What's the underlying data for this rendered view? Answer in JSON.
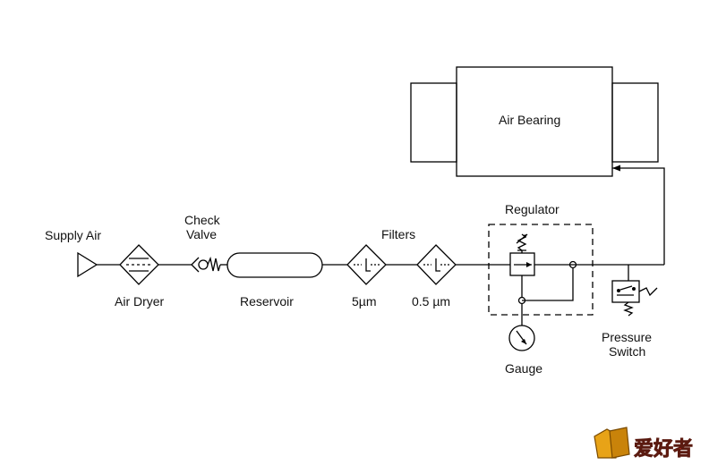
{
  "labels": {
    "supply_air": "Supply Air",
    "check_valve_line1": "Check",
    "check_valve_line2": "Valve",
    "air_dryer": "Air Dryer",
    "reservoir": "Reservoir",
    "filters": "Filters",
    "filter_5um": "5µm",
    "filter_05um": "0.5 µm",
    "regulator": "Regulator",
    "gauge": "Gauge",
    "pressure_switch_line1": "Pressure",
    "pressure_switch_line2": "Switch",
    "air_bearing": "Air Bearing"
  },
  "watermark": {
    "text": "爱好者"
  },
  "colors": {
    "line": "#000000",
    "background": "#ffffff",
    "watermark_red": "#d4241c",
    "watermark_gold": "#e8a317"
  }
}
